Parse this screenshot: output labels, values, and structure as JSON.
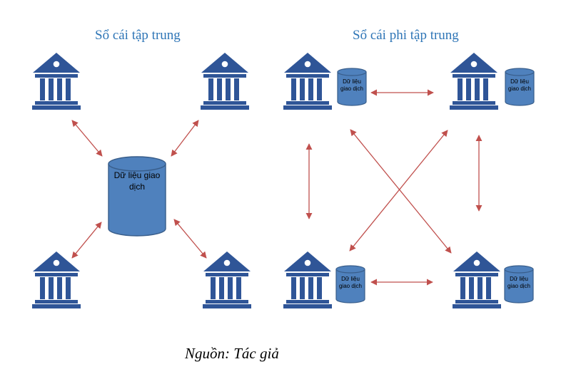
{
  "left_section": {
    "title": "Sổ cái tập trung",
    "db_label_line1": "Dữ liệu giao",
    "db_label_line2": "dịch"
  },
  "right_section": {
    "title": "Sổ cái phi tập trung",
    "node_db_label_line1": "Dữ liệu",
    "node_db_label_line2": "giao dịch"
  },
  "source": "Nguồn: Tác giả",
  "colors": {
    "bank": "#2f5597",
    "db_fill": "#4f81bd",
    "db_stroke": "#385d8a",
    "arrow": "#c0504d",
    "title": "#2e75b6"
  },
  "icons": {
    "bank": "bank-building-icon",
    "database": "database-cylinder-icon"
  }
}
